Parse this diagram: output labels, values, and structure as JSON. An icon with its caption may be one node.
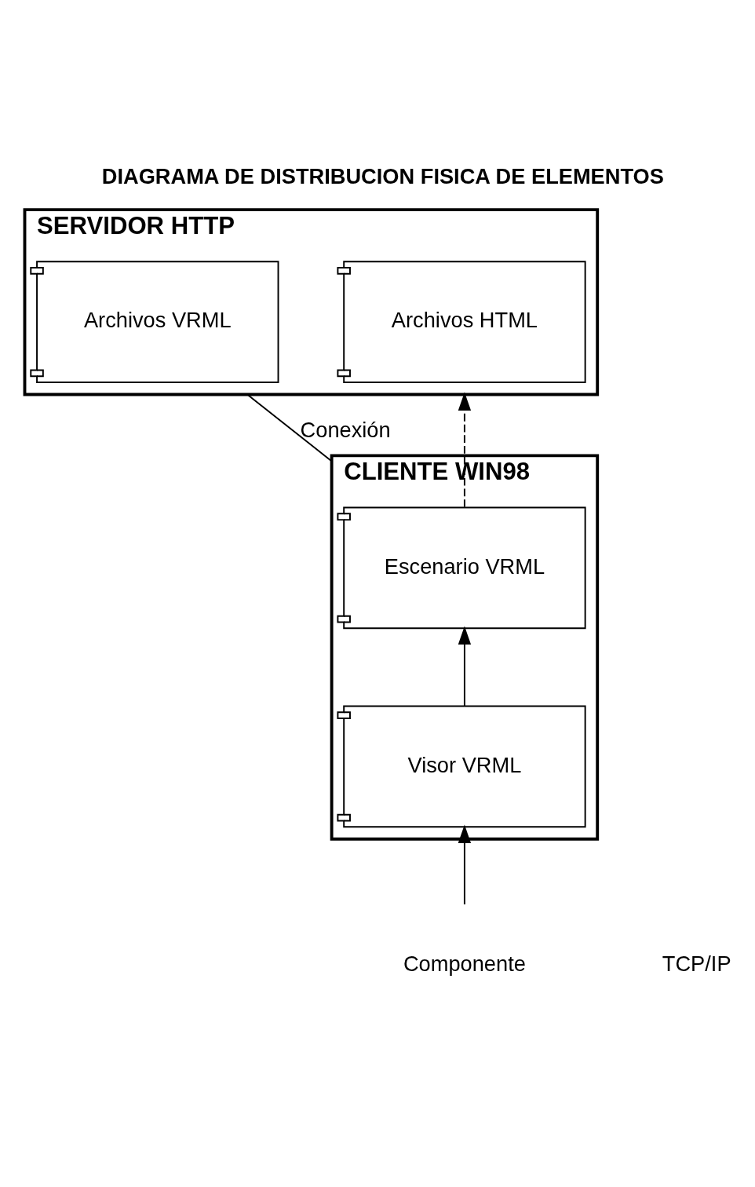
{
  "diagram": {
    "title": "DIAGRAMA DE DISTRIBUCION FISICA DE ELEMENTOS",
    "nodes": [
      {
        "text": [
          "SERVIDOR HTTP"
        ]
      },
      {
        "text": [
          "Archivos HTML"
        ],
        "in": 0
      },
      {
        "text": [
          "Archivos VRML"
        ],
        "in": 0
      },
      {
        "text": [
          "CLIENTE WIN98"
        ]
      },
      {
        "text": [
          "Escenario VRML"
        ],
        "in": 3
      },
      {
        "text": [
          "Visor VRML"
        ],
        "in": 3
      },
      {
        "text": [
          "Componente"
        ]
      }
    ],
    "edges": [
      {
        "from": 0,
        "to": 3,
        "arrow": "none",
        "label": "Conexión"
      },
      {
        "from": 4,
        "to": 0,
        "arrow": "to",
        "style": "dashed"
      },
      {
        "from": 5,
        "to": 4,
        "arrow": "to"
      },
      {
        "from": 6,
        "to": 5,
        "arrow": "to"
      }
    ],
    "labels": [
      "TCP/IP"
    ]
  }
}
